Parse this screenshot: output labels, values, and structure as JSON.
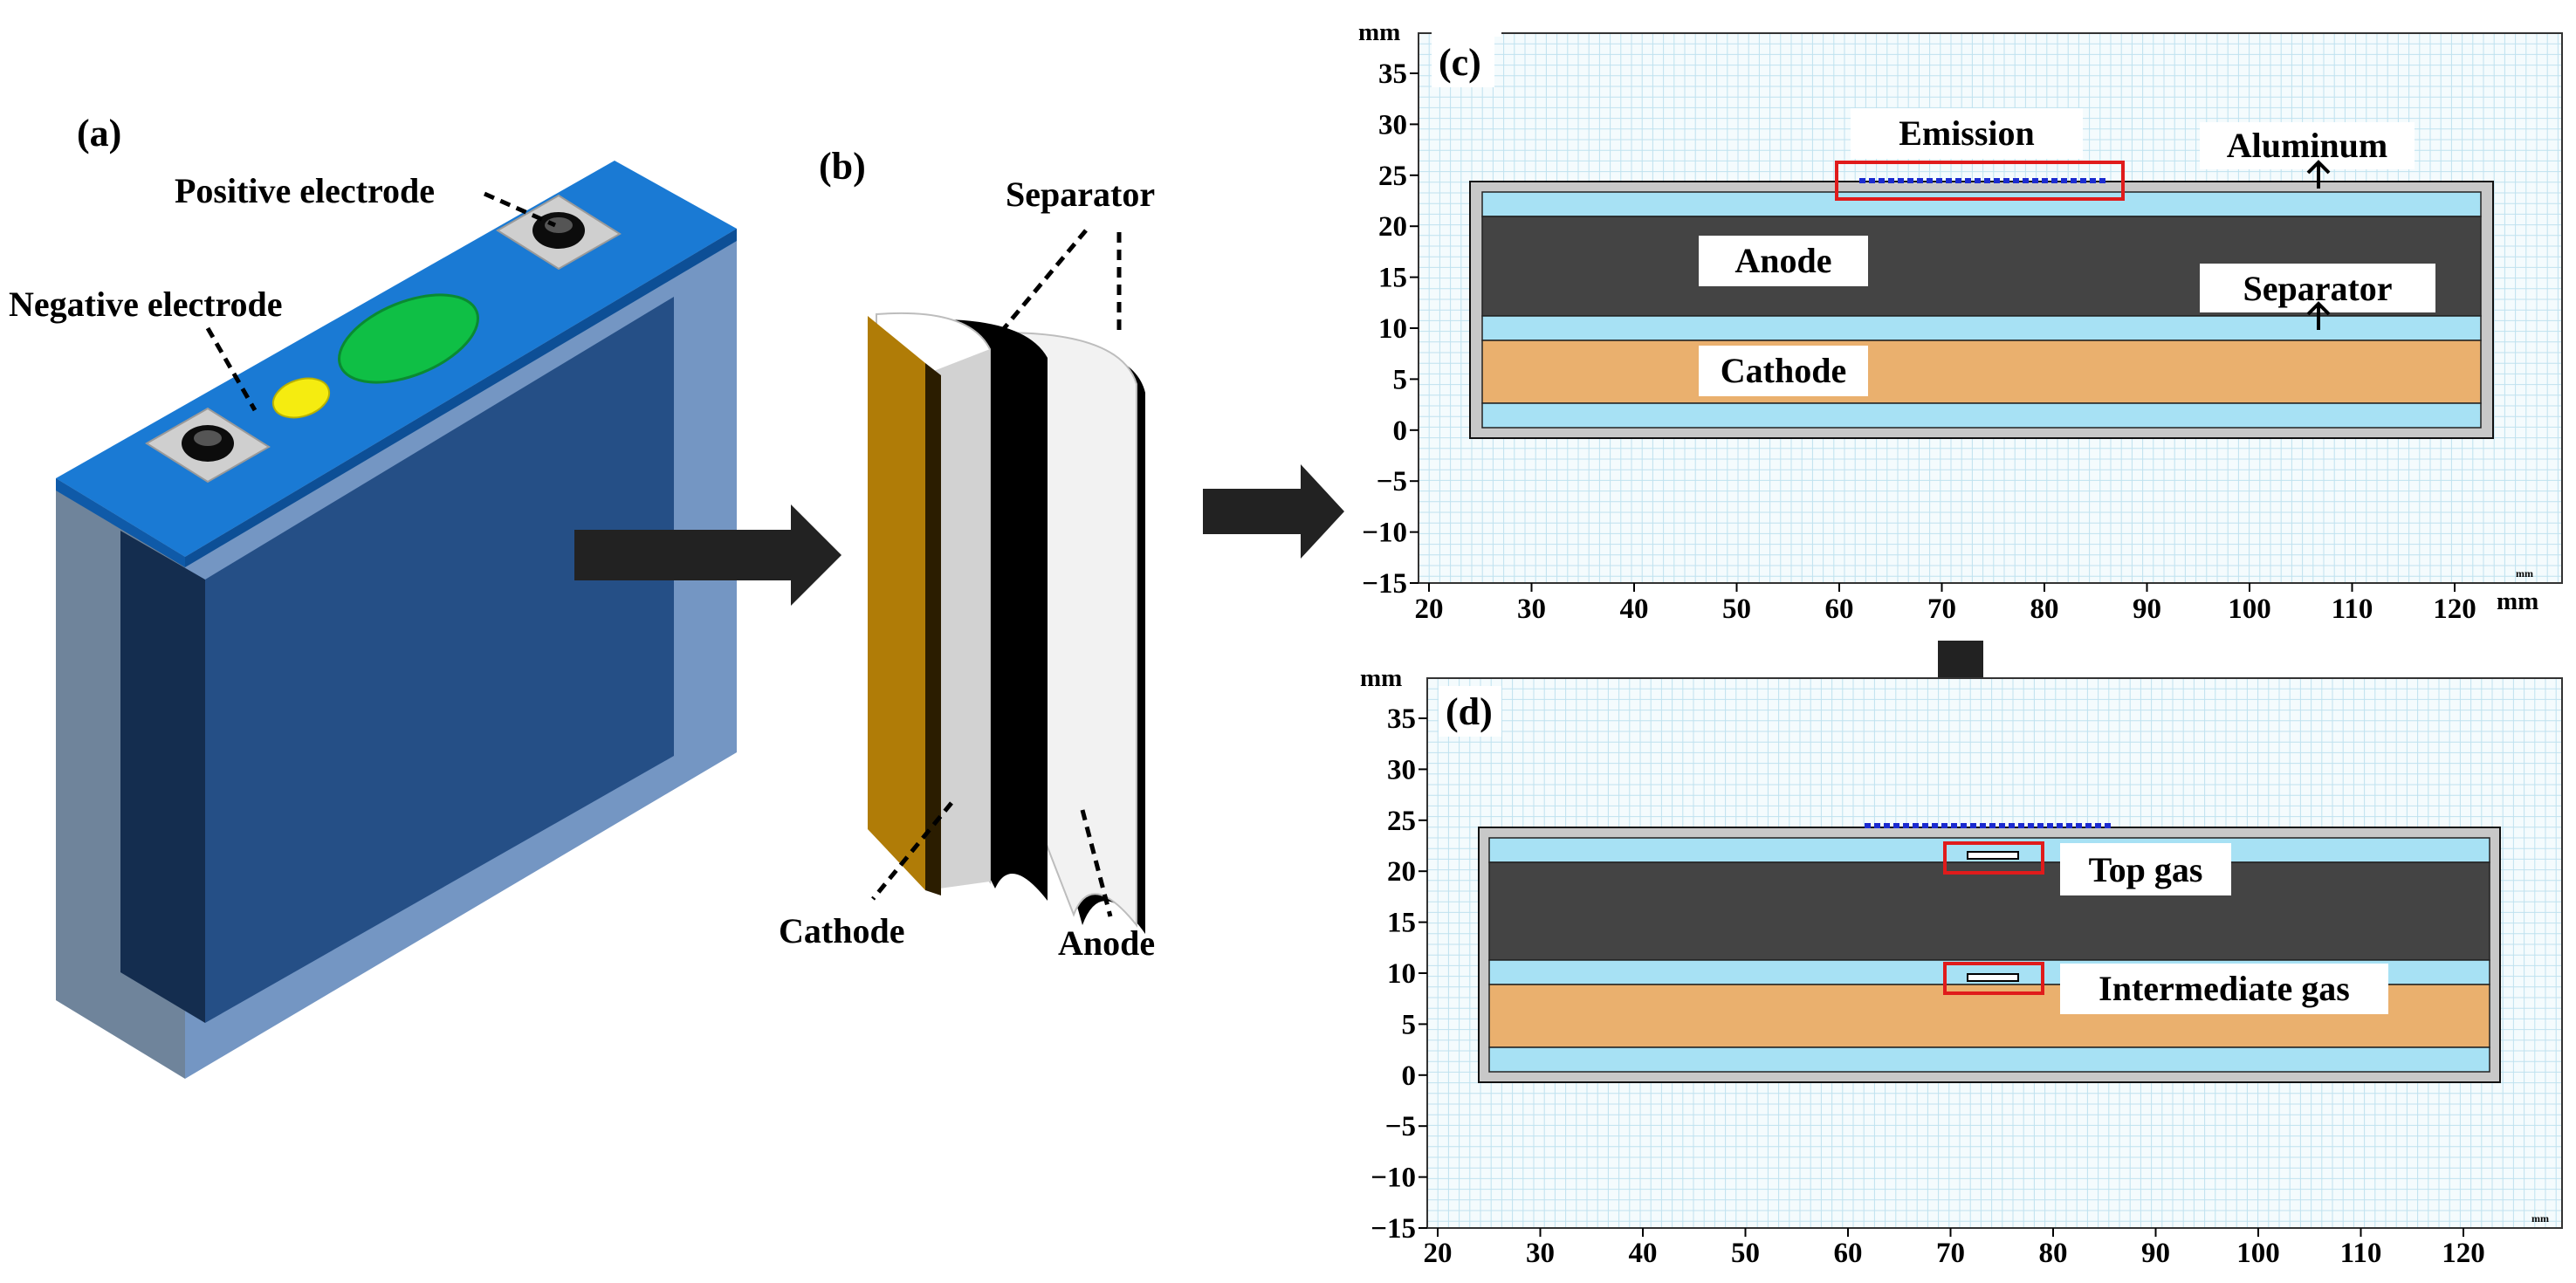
{
  "panels": {
    "a": {
      "letter": "(a)",
      "labels": {
        "positive": "Positive electrode",
        "negative": "Negative electrode"
      },
      "colors": {
        "case_top": "#1a7ad4",
        "case_side": "#2a5a98",
        "case_front": "#254f86",
        "vent": "#0fbf45",
        "indicator": "#f5ec10"
      }
    },
    "b": {
      "letter": "(b)",
      "labels": {
        "separator": "Separator",
        "cathode": "Cathode",
        "anode": "Anode"
      },
      "colors": {
        "cathode_foil": "#b07c07",
        "separator": "#e8e8e8",
        "anode": "#000000"
      }
    },
    "c": {
      "letter": "(c)",
      "unit_y": "mm",
      "unit_x": "mm",
      "inset_unit": "mm",
      "x_ticks": [
        "20",
        "30",
        "40",
        "50",
        "60",
        "70",
        "80",
        "90",
        "100",
        "110",
        "120"
      ],
      "y_ticks": [
        "35",
        "30",
        "25",
        "20",
        "15",
        "10",
        "5",
        "0",
        "−5",
        "−10",
        "−15"
      ],
      "labels": {
        "emission": "Emission",
        "aluminum": "Aluminum",
        "anode": "Anode",
        "separator": "Separator",
        "cathode": "Cathode"
      }
    },
    "d": {
      "letter": "(d)",
      "unit_y": "mm",
      "unit_x": "mm",
      "inset_unit": "mm",
      "x_ticks": [
        "20",
        "30",
        "40",
        "50",
        "60",
        "70",
        "80",
        "90",
        "100",
        "110",
        "120"
      ],
      "y_ticks": [
        "35",
        "30",
        "25",
        "20",
        "15",
        "10",
        "5",
        "0",
        "−5",
        "−10",
        "−15"
      ],
      "labels": {
        "top_gas": "Top gas",
        "intermediate_gas": "Intermediate gas"
      }
    }
  },
  "colors": {
    "grid_background": "#f4fbfd",
    "grid_line": "#bfe2ef",
    "aluminum": "#c8c8c8",
    "separator_layer": "#a7e1f4",
    "anode_layer": "#444444",
    "cathode_layer": "#eab06e",
    "highlight_box": "#e01b1b",
    "emission_line": "#1b2bd0",
    "arrow": "#222222"
  }
}
